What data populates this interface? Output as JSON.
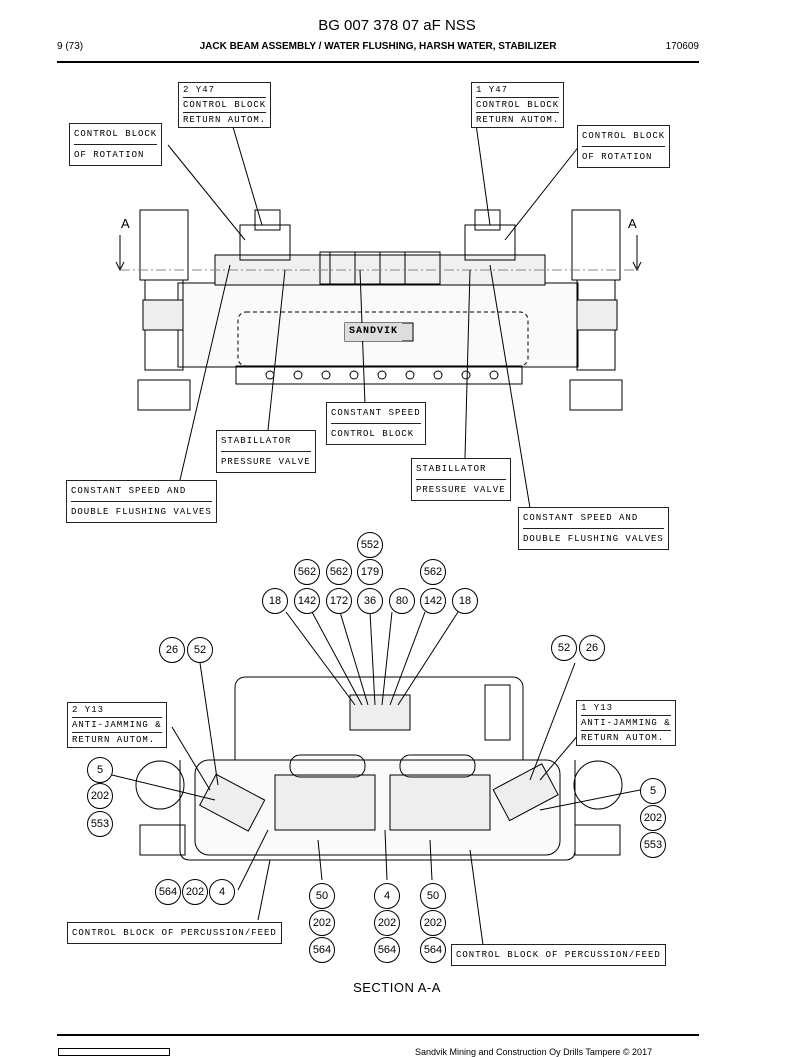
{
  "header": {
    "doc_number": "BG 007 378 07 aF NSS",
    "page": "9 (73)",
    "title": "JACK BEAM ASSEMBLY / WATER FLUSHING, HARSH WATER, STABILIZER",
    "code": "170609"
  },
  "view_marks": {
    "left": "A",
    "right": "A"
  },
  "labels": {
    "y47_2": [
      "2 Y47",
      "CONTROL BLOCK",
      "RETURN AUTOM."
    ],
    "y47_1": [
      "1 Y47",
      "CONTROL BLOCK",
      "RETURN AUTOM."
    ],
    "rot_left": [
      "CONTROL BLOCK",
      "OF ROTATION"
    ],
    "rot_right": [
      "CONTROL BLOCK",
      "OF ROTATION"
    ],
    "const_speed": [
      "CONSTANT SPEED",
      "CONTROL BLOCK"
    ],
    "stab_left": [
      "STABILLATOR",
      "PRESSURE VALVE"
    ],
    "stab_right": [
      "STABILLATOR",
      "PRESSURE VALVE"
    ],
    "flush_left": [
      "CONSTANT SPEED AND",
      "DOUBLE FLUSHING VALVES"
    ],
    "flush_right": [
      "CONSTANT SPEED AND",
      "DOUBLE FLUSHING VALVES"
    ],
    "y13_2": [
      "2 Y13",
      "ANTI-JAMMING &",
      "RETURN AUTOM."
    ],
    "y13_1": [
      "1 Y13",
      "ANTI-JAMMING &",
      "RETURN AUTOM."
    ],
    "perc_left": [
      "CONTROL BLOCK OF PERCUSSION/FEED"
    ],
    "perc_right": [
      "CONTROL BLOCK OF PERCUSSION/FEED"
    ]
  },
  "brand_plate": "SANDVIK",
  "balloons": [
    "552",
    "562",
    "562",
    "179",
    "562",
    "18",
    "142",
    "172",
    "36",
    "80",
    "142",
    "18",
    "26",
    "52",
    "52",
    "26",
    "5",
    "202",
    "553",
    "5",
    "202",
    "553",
    "564",
    "202",
    "4",
    "50",
    "4",
    "50",
    "202",
    "202",
    "202",
    "564",
    "564",
    "564"
  ],
  "section_title": "SECTION A-A",
  "footer": {
    "copyright": "Sandvik Mining and Construction Oy Drills Tampere © 2017"
  }
}
